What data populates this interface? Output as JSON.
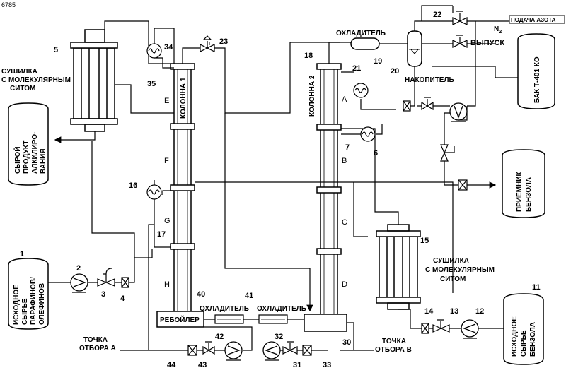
{
  "corner_id": "6785",
  "columns": {
    "c1": "КОЛОННА 1",
    "c2": "КОЛОННА 2"
  },
  "sections": {
    "E": "E",
    "F": "F",
    "G": "G",
    "H": "H",
    "A": "A",
    "B": "B",
    "C": "C",
    "D": "D"
  },
  "units": {
    "dryer_top": [
      "СУШИЛКА",
      "С МОЛЕКУЛЯРНЫМ",
      "СИТОМ"
    ],
    "dryer_bottom": [
      "СУШИЛКА",
      "С МОЛЕКУЛЯРНЫМ",
      "СИТОМ"
    ],
    "cooler_top": "ОХЛАДИТЕЛЬ",
    "cooler_left": "ОХЛАДИТЕЛЬ",
    "cooler_right": "ОХЛАДИТЕЛЬ",
    "reboiler": "РЕБОЙЛЕР",
    "accumulator": "НАКОПИТЕЛЬ",
    "nitrogen": "ПОДАЧА АЗОТА",
    "n2": "N",
    "n2_sub": "2",
    "vent": "ВЫПУСК",
    "sample_a": [
      "ТОЧКА",
      "ОТБОРА А"
    ],
    "sample_b": [
      "ТОЧКА",
      "ОТБОРА В"
    ]
  },
  "tanks": {
    "crude": [
      "СЫРОЙ",
      "ПРОДУКТ",
      "АЛКИЛИРО-",
      "ВАНИЯ"
    ],
    "feed_paraffin": [
      "ИСХОДНОЕ",
      "СЫРЬЕ",
      "ПАРАФИНОВ/",
      "ОЛЕФИНОВ"
    ],
    "ko_tank": "БАК Т-401 КО",
    "benzene_receiver": [
      "ПРИЕМНИК",
      "БЕНЗОЛА"
    ],
    "benzene_feed": [
      "ИСХОДНОЕ",
      "СЫРЬЕ",
      "БЕНЗОЛА"
    ]
  },
  "refs": [
    "1",
    "2",
    "3",
    "4",
    "5",
    "6",
    "7",
    "11",
    "12",
    "13",
    "14",
    "15",
    "16",
    "17",
    "18",
    "19",
    "20",
    "21",
    "22",
    "23",
    "30",
    "31",
    "32",
    "33",
    "34",
    "35",
    "40",
    "41",
    "42",
    "43",
    "44"
  ]
}
